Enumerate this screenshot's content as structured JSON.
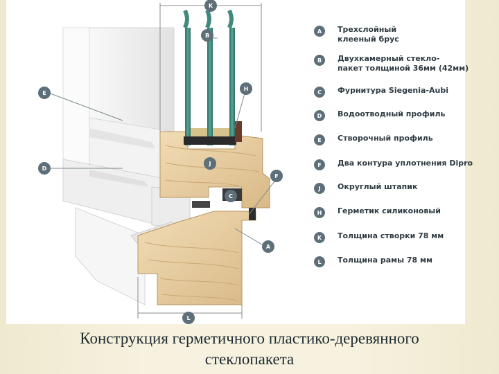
{
  "diagram": {
    "callouts": {
      "K": "K",
      "B": "B",
      "H": "H",
      "E": "E",
      "J": "J",
      "D": "D",
      "F": "F",
      "C": "C",
      "A": "A",
      "L": "L"
    }
  },
  "legend": [
    {
      "letter": "A",
      "text": "Трехслойный\nклееный брус"
    },
    {
      "letter": "B",
      "text": "Двухкамерный стекло-\nпакет толщиной 36мм (42мм)"
    },
    {
      "letter": "C",
      "text": "Фурнитура Siegenia-Aubi"
    },
    {
      "letter": "D",
      "text": "Водоотводный профиль"
    },
    {
      "letter": "E",
      "text": "Створочный профиль"
    },
    {
      "letter": "F",
      "text": "Два контура уплотнения Dipro"
    },
    {
      "letter": "J",
      "text": "Округлый штапик"
    },
    {
      "letter": "H",
      "text": "Герметик силиконовый"
    },
    {
      "letter": "K",
      "text": "Толщина створки 78 мм"
    },
    {
      "letter": "L",
      "text": "Толщина рамы 78 мм"
    }
  ],
  "caption": {
    "line1": "Конструкция герметичного пластико-деревянного",
    "line2": "стеклопакета"
  },
  "colors": {
    "badge": "#5d6f78",
    "glass": "#3f8a7c",
    "wood": "#e8cfa6",
    "pvc": "#f4f4f4"
  }
}
